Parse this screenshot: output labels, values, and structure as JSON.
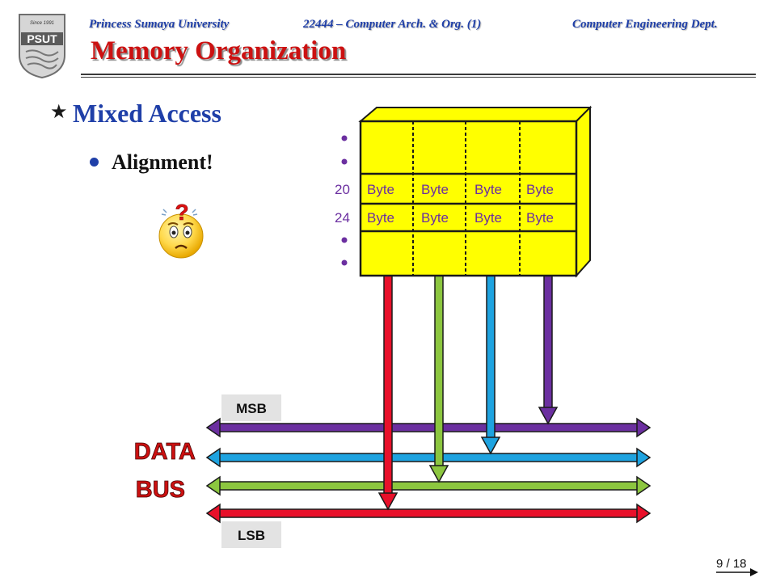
{
  "header": {
    "university": "Princess Sumaya University",
    "course": "22444 – Computer Arch. & Org. (1)",
    "department": "Computer Engineering Dept."
  },
  "logo": {
    "since": "Since 1991",
    "name": "PSUT"
  },
  "slide": {
    "title": "Memory Organization",
    "heading": "Mixed Access",
    "bullet": "Alignment!"
  },
  "memory": {
    "rows": [
      {
        "address": "20",
        "cells": [
          "Byte",
          "Byte",
          "Byte",
          "Byte"
        ]
      },
      {
        "address": "24",
        "cells": [
          "Byte",
          "Byte",
          "Byte",
          "Byte"
        ]
      }
    ]
  },
  "bus": {
    "msb_label": "MSB",
    "lsb_label": "LSB",
    "data_label": "DATA",
    "bus_label": "BUS",
    "colors": {
      "purple": "#6b2fa0",
      "blue": "#1ea3e0",
      "green": "#8cc63f",
      "red": "#e8102a"
    }
  },
  "emoji": {
    "question_mark": "?"
  },
  "footer": {
    "page": "9 / 18"
  },
  "colors": {
    "memory_fill": "#ffff00",
    "title": "#cc1111",
    "header": "#1f3fa8"
  }
}
